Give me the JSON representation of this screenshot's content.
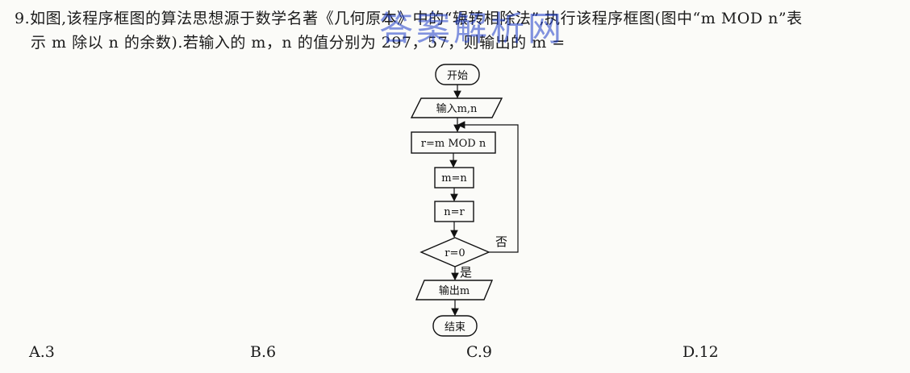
{
  "question": {
    "line1": "9.如图,该程序框图的算法思想源于数学名著《几何原本》中的“辗转相除法”,执行该程序框图(图中“m MOD n”表",
    "line2": "示 m 除以 n 的余数).若输入的 m，n 的值分别为 297，57，则输出的 m ="
  },
  "watermark": "答案解析网",
  "flowchart": {
    "start": "开始",
    "input": "输入m,n",
    "mod_step": "r=m MOD n",
    "assign_m": "m=n",
    "assign_n": "n=r",
    "condition": "r=0",
    "no_label": "否",
    "yes_label": "是",
    "output": "输出m",
    "end": "结束"
  },
  "options": [
    {
      "label": "A.3"
    },
    {
      "label": "B.6"
    },
    {
      "label": "C.9"
    },
    {
      "label": "D.12"
    }
  ]
}
